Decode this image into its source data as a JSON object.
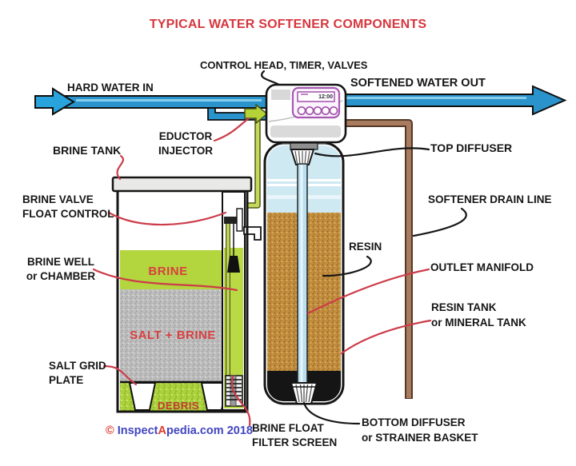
{
  "title": "TYPICAL WATER SOFTENER COMPONENTS",
  "flow": {
    "in_label": "HARD WATER IN",
    "out_label": "SOFTENED WATER OUT"
  },
  "control": {
    "label": "CONTROL HEAD, TIMER, VALVES",
    "display": "12:00"
  },
  "labels": {
    "eductor": {
      "l1": "EDUCTOR",
      "l2": "INJECTOR"
    },
    "brine_tank": "BRINE TANK",
    "top_diffuser": "TOP DIFFUSER",
    "brine_valve": {
      "l1": "BRINE VALVE",
      "l2": "FLOAT CONTROL"
    },
    "drain_line": "SOFTENER DRAIN LINE",
    "resin": "RESIN",
    "brine_well": {
      "l1": "BRINE WELL",
      "l2": "or CHAMBER"
    },
    "outlet_manifold": "OUTLET MANIFOLD",
    "resin_tank": {
      "l1": "RESIN TANK",
      "l2": "or MINERAL TANK"
    },
    "salt_grid": {
      "l1": "SALT GRID",
      "l2": "PLATE"
    },
    "brine_float": {
      "l1": "BRINE FLOAT",
      "l2": "FILTER SCREEN"
    },
    "bottom_diffuser": {
      "l1": "BOTTOM DIFFUSER",
      "l2": "or STRAINER BASKET"
    }
  },
  "tank_contents": {
    "brine": "BRINE",
    "salt_brine": "SALT + BRINE",
    "debris": "DEBRIS"
  },
  "copyright": {
    "symbol": "©",
    "part1": " Inspect",
    "part2": "A",
    "part3": "pedia.com 2018"
  },
  "colors": {
    "title_red": "#d6363e",
    "annotation_red": "#cc3c4a",
    "pipe_blue": "#2a93cc",
    "brine_green": "#b3d53d",
    "resin_tan": "#c28e3e",
    "salt_gray": "#bdbdbd",
    "drain_brown": "#a97c60",
    "panel_purple": "#a85ab2"
  }
}
